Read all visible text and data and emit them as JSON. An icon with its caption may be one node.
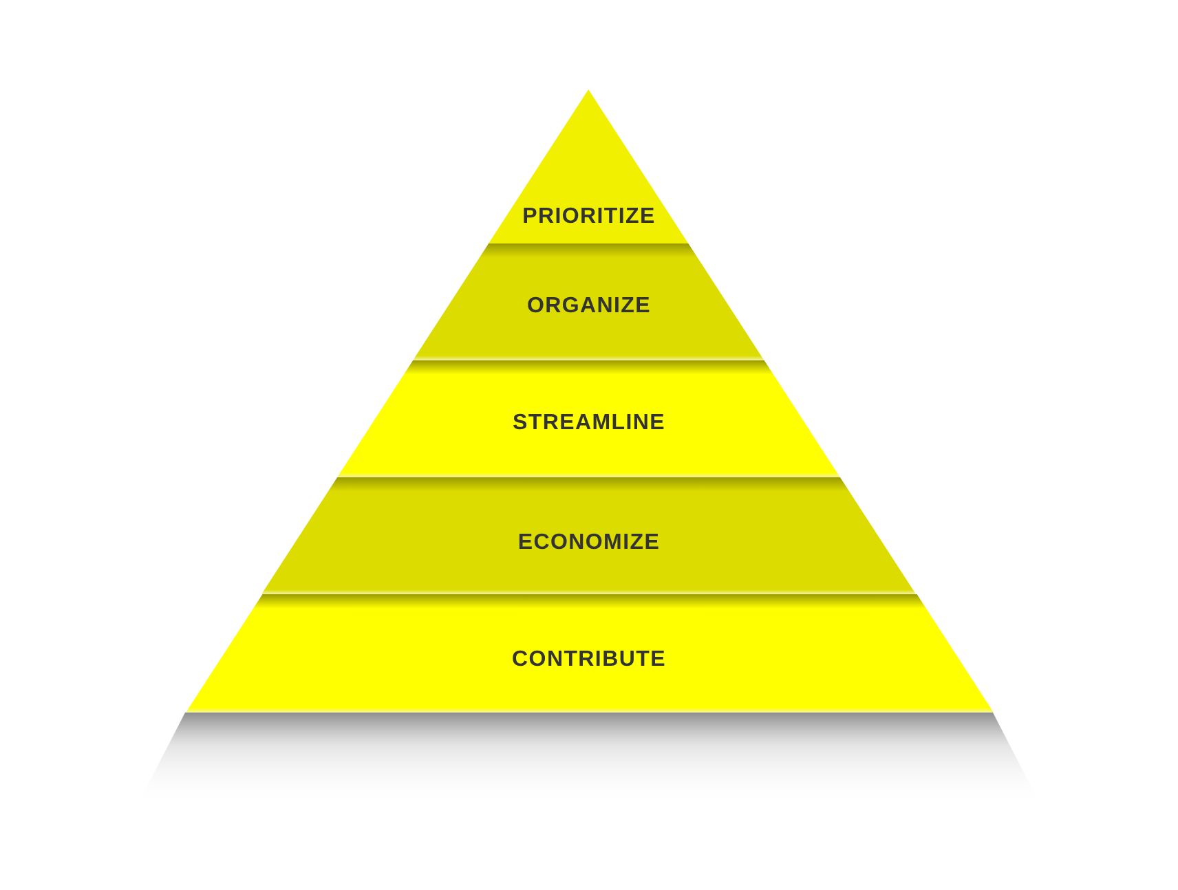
{
  "diagram": {
    "nodes": [
      {
        "text": [
          "PRIORITIZE"
        ]
      },
      {
        "text": [
          "ORGANIZE"
        ]
      },
      {
        "text": [
          "STREAMLINE"
        ]
      },
      {
        "text": [
          "ECONOMIZE"
        ]
      },
      {
        "text": [
          "CONTRIBUTE"
        ]
      }
    ]
  }
}
